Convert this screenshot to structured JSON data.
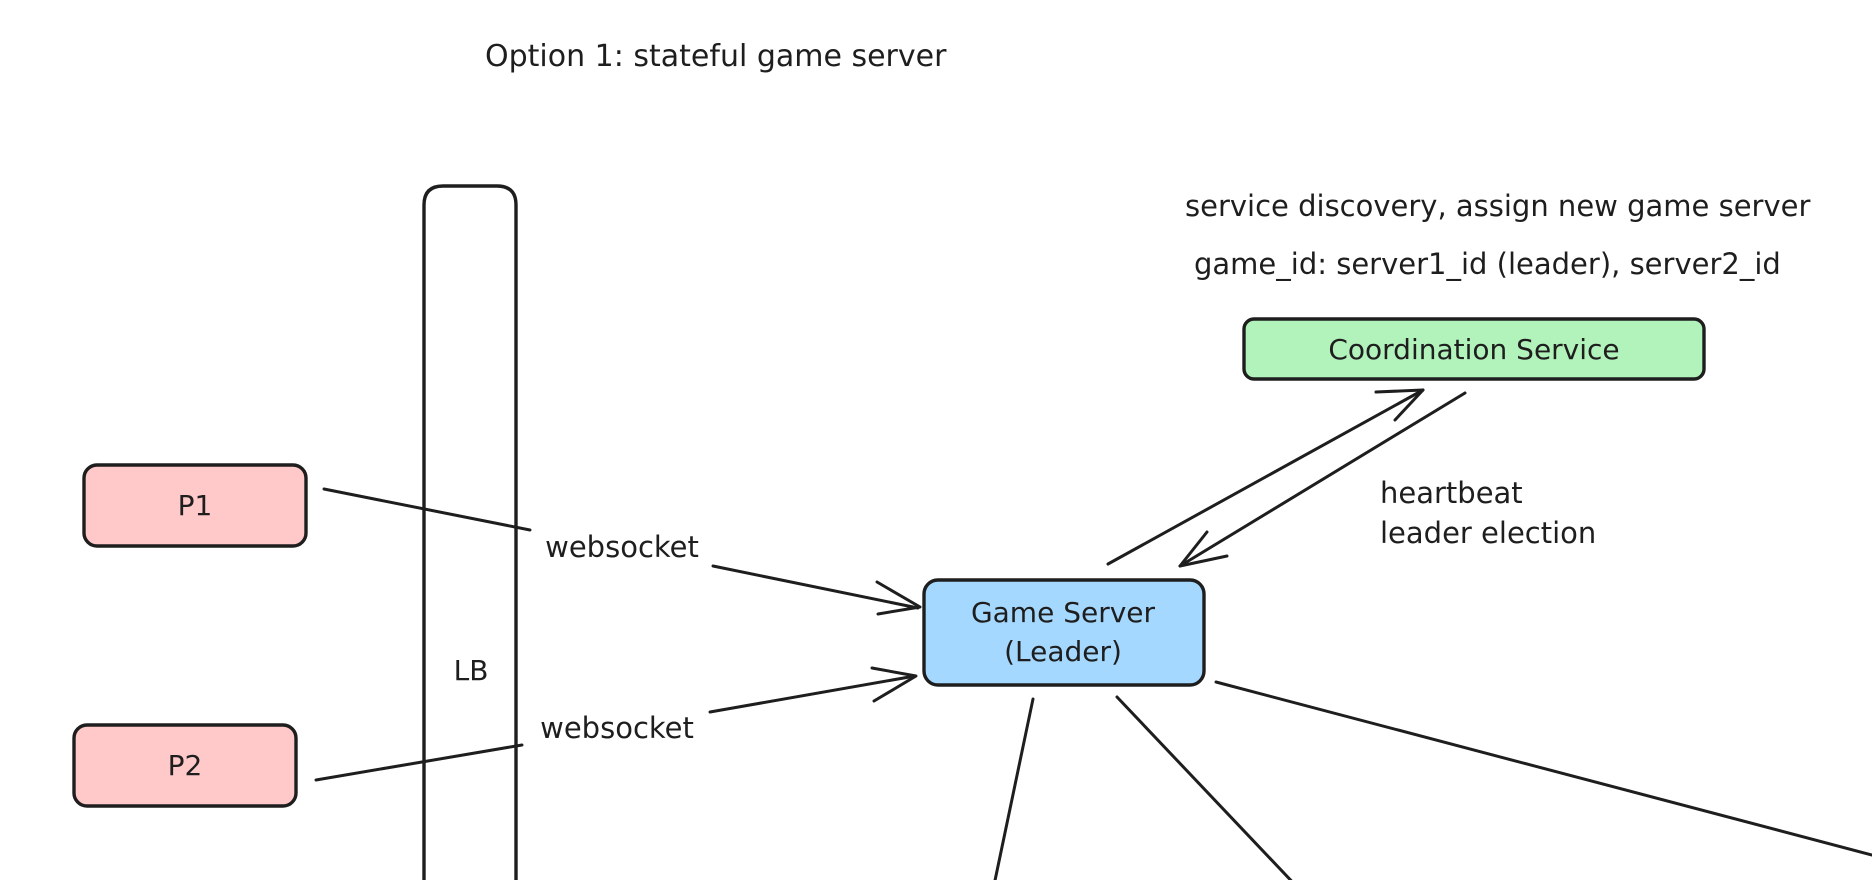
{
  "title": "Option 1: stateful game server",
  "notes": {
    "line1": "service discovery, assign new game server",
    "line2": "game_id: server1_id (leader), server2_id"
  },
  "nodes": {
    "coordination": {
      "label": "Coordination Service",
      "fill": "#b2f2bb"
    },
    "game_server": {
      "line1": "Game Server",
      "line2": "(Leader)",
      "fill": "#a5d8ff"
    },
    "p1": {
      "label": "P1",
      "fill": "#ffc9c9"
    },
    "p2": {
      "label": "P2",
      "fill": "#ffc9c9"
    },
    "lb": {
      "label": "LB"
    }
  },
  "edges": {
    "p1_to_game": "websocket",
    "p2_to_game": "websocket",
    "coordination_game": {
      "line1": "heartbeat",
      "line2": "leader election"
    }
  },
  "colors": {
    "stroke": "#1e1e1e",
    "background": "#ffffff"
  }
}
